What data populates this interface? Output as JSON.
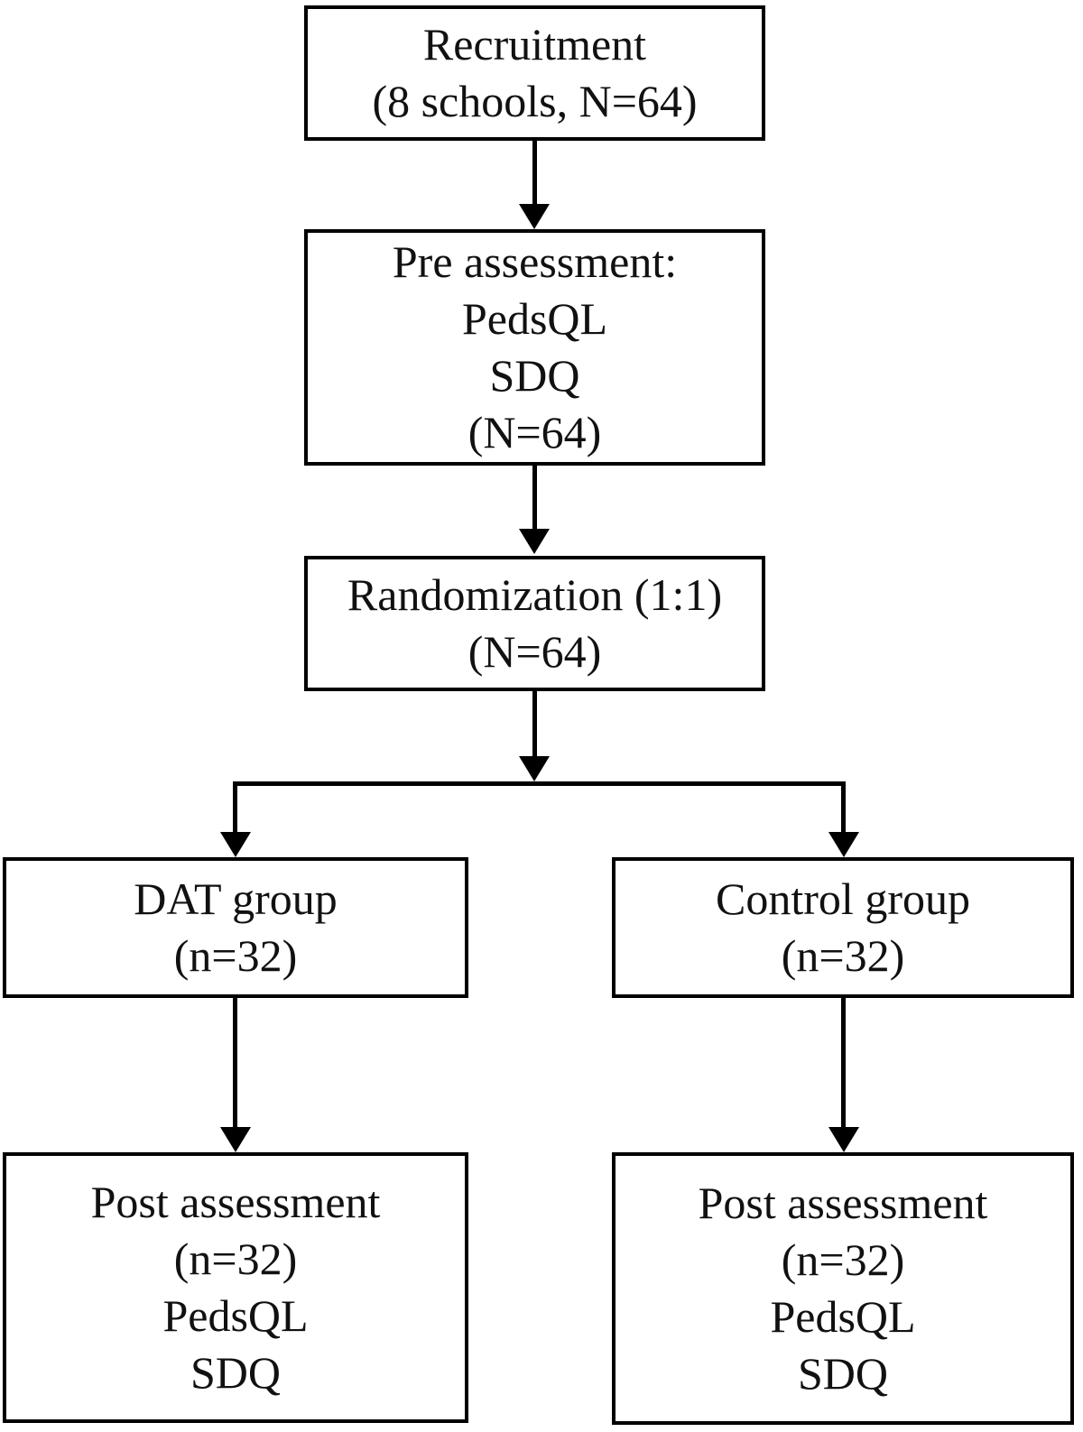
{
  "figure": {
    "kind": "flowchart",
    "colors": {
      "border": "#000000",
      "line": "#000000",
      "box_background": "#ffffff",
      "text": "#111111"
    },
    "nodes": {
      "recruitment": {
        "lines": [
          "Recruitment",
          "(8 schools, N=64)"
        ]
      },
      "pre_assessment": {
        "lines": [
          "Pre assessment:",
          "PedsQL",
          "SDQ",
          "(N=64)"
        ]
      },
      "randomization": {
        "lines": [
          "Randomization (1:1)",
          "(N=64)"
        ]
      },
      "dat_group": {
        "lines": [
          "DAT group",
          "(n=32)"
        ]
      },
      "control_group": {
        "lines": [
          "Control group",
          "(n=32)"
        ]
      },
      "post_assessment_dat": {
        "lines": [
          "Post assessment",
          "(n=32)",
          "PedsQL",
          "SDQ"
        ]
      },
      "post_assessment_control": {
        "lines": [
          "Post assessment",
          "(n=32)",
          "PedsQL",
          "SDQ"
        ]
      }
    },
    "edges": [
      {
        "from": "recruitment",
        "to": "pre_assessment"
      },
      {
        "from": "pre_assessment",
        "to": "randomization"
      },
      {
        "from": "randomization",
        "to": "dat_group"
      },
      {
        "from": "randomization",
        "to": "control_group"
      },
      {
        "from": "dat_group",
        "to": "post_assessment_dat"
      },
      {
        "from": "control_group",
        "to": "post_assessment_control"
      }
    ]
  }
}
